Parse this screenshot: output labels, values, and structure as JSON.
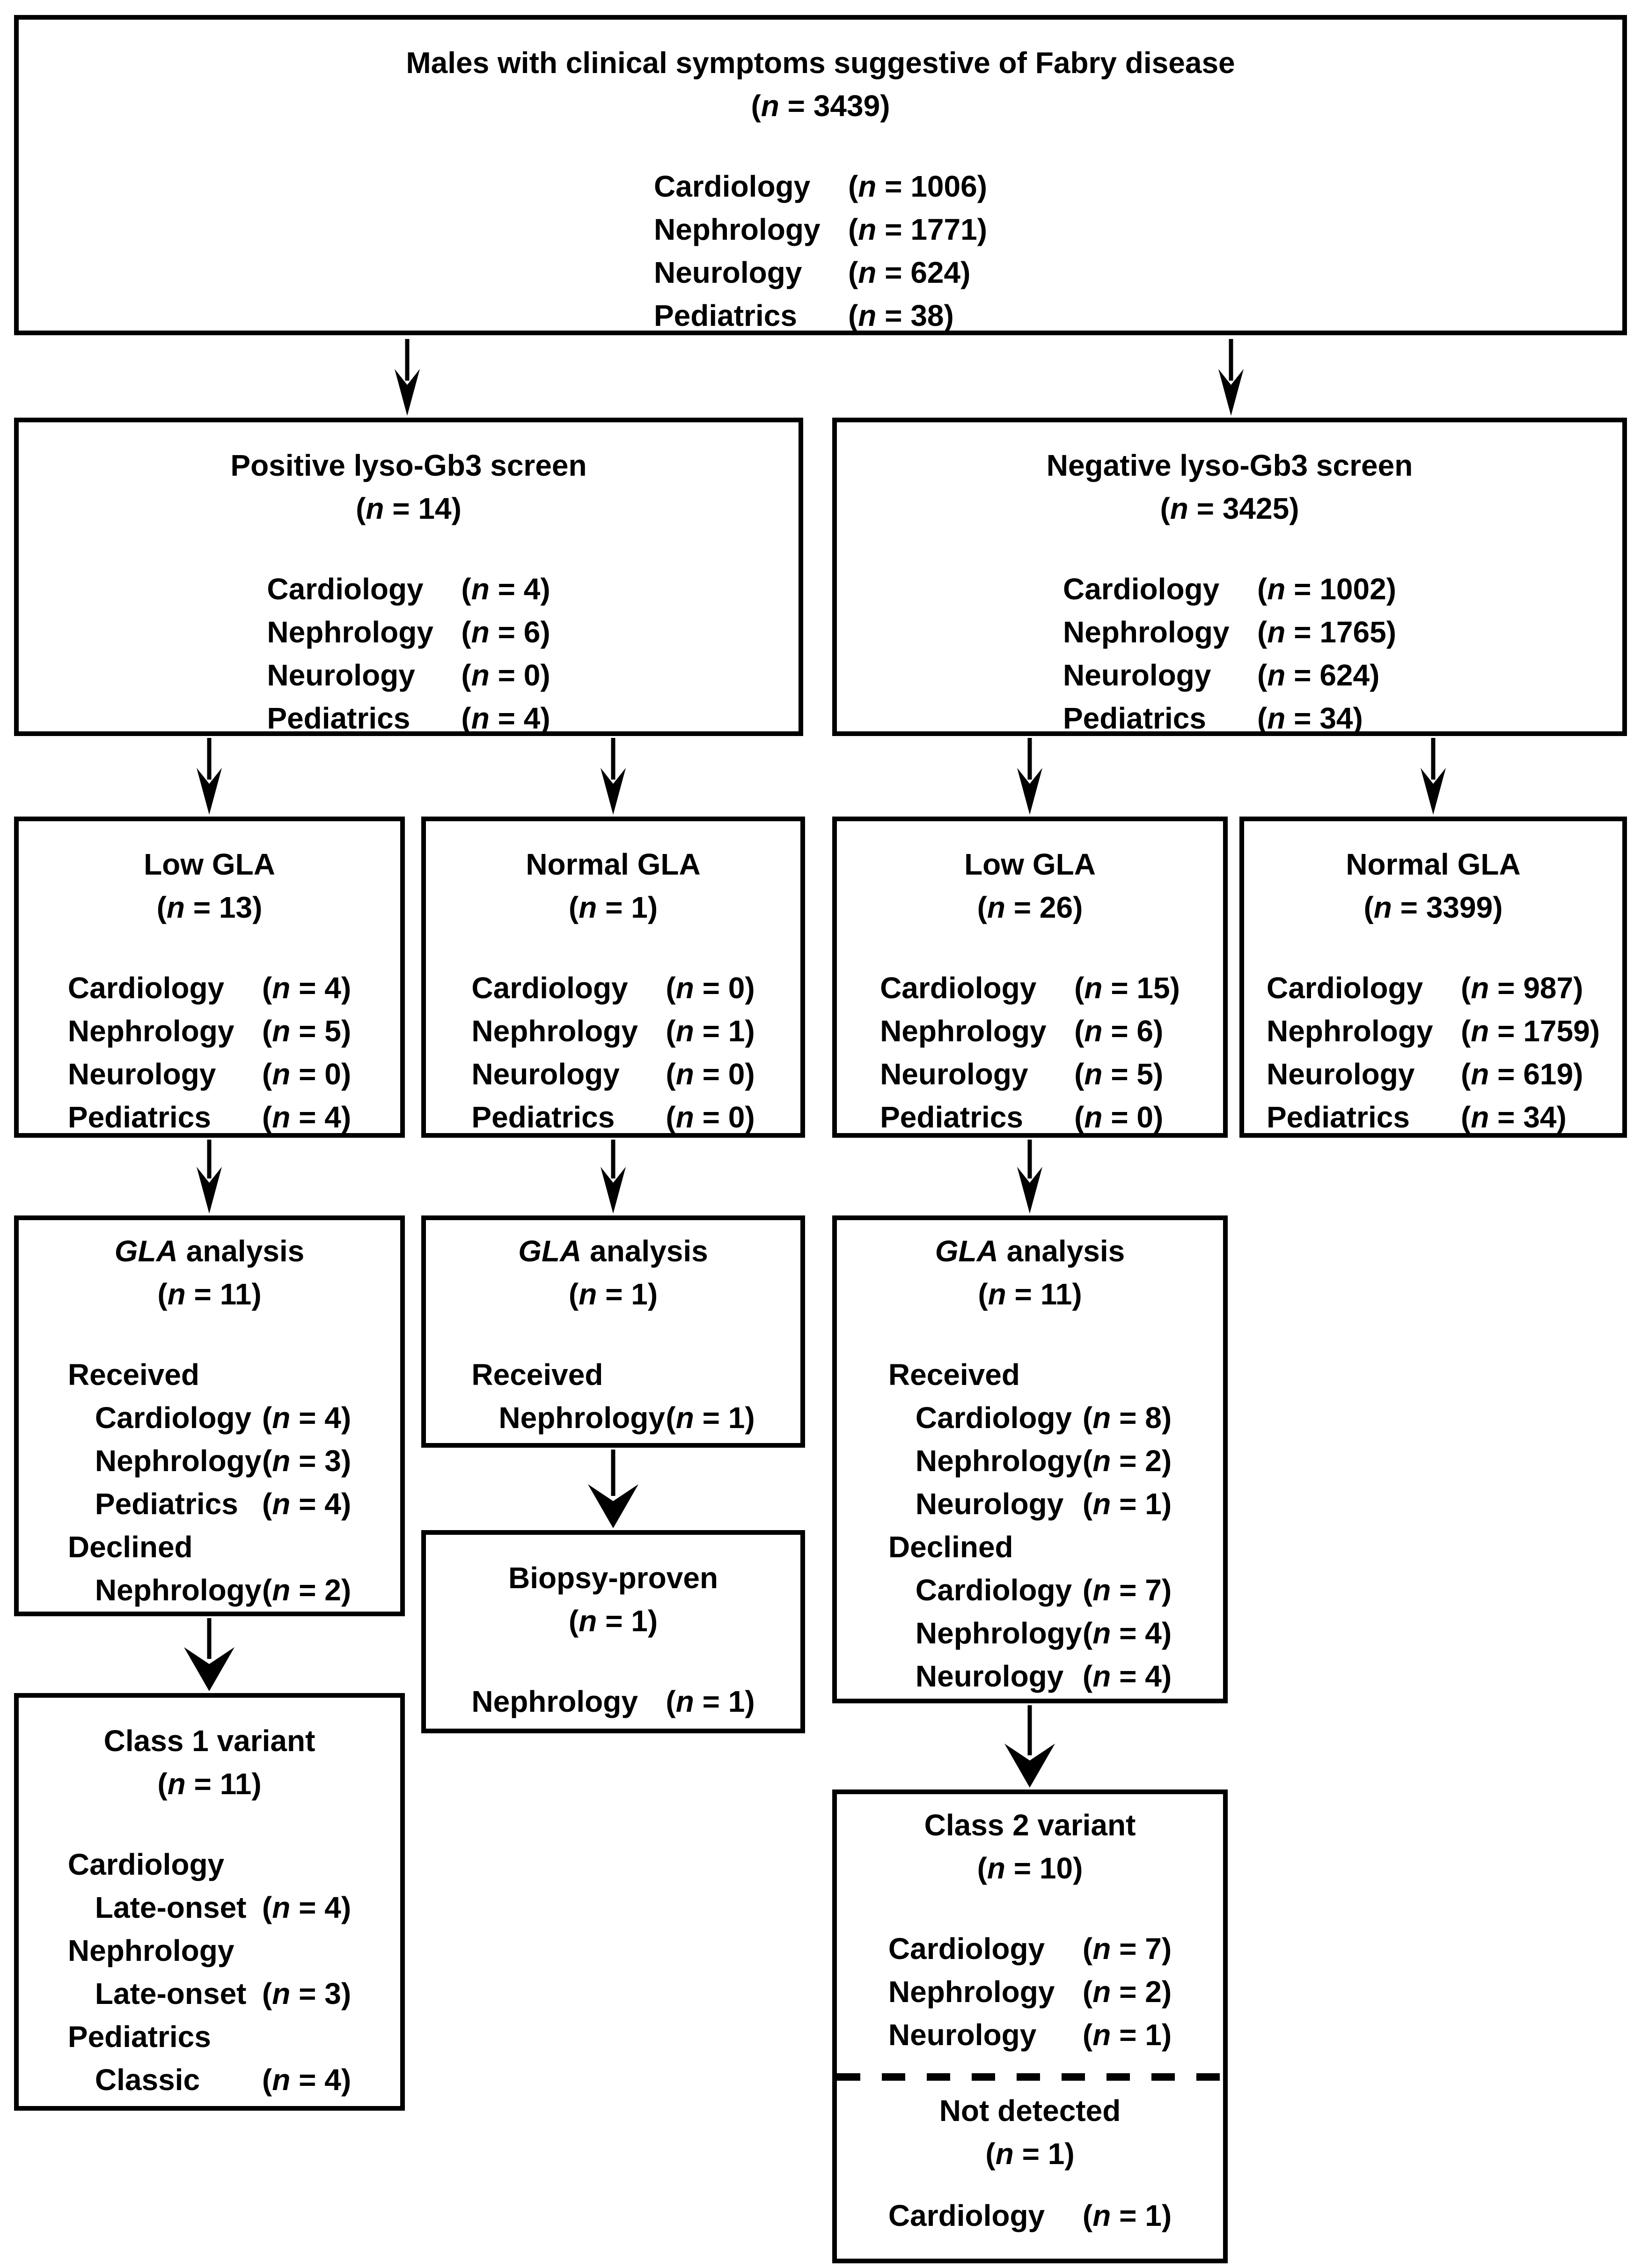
{
  "figure": {
    "background_color": "#ffffff",
    "line_color": "#000000",
    "n_symbol": "n"
  },
  "boxes": [
    {
      "id": "symptoms",
      "title": "Males with clinical symptoms suggestive of Fabry disease",
      "n": "3439",
      "rows": [
        {
          "label": "Cardiology",
          "n": "1006"
        },
        {
          "label": "Nephrology",
          "n": "1771"
        },
        {
          "label": "Neurology",
          "n": "624"
        },
        {
          "label": "Pediatrics",
          "n": "38"
        }
      ]
    },
    {
      "id": "positive",
      "title": "Positive lyso-Gb3 screen",
      "n": "14",
      "rows": [
        {
          "label": "Cardiology",
          "n": "4"
        },
        {
          "label": "Nephrology",
          "n": "6"
        },
        {
          "label": "Neurology",
          "n": "0"
        },
        {
          "label": "Pediatrics",
          "n": "4"
        }
      ]
    },
    {
      "id": "negative",
      "title": "Negative lyso-Gb3 screen",
      "n": "3425",
      "rows": [
        {
          "label": "Cardiology",
          "n": "1002"
        },
        {
          "label": "Nephrology",
          "n": "1765"
        },
        {
          "label": "Neurology",
          "n": "624"
        },
        {
          "label": "Pediatrics",
          "n": "34"
        }
      ]
    },
    {
      "id": "lowgla-pos",
      "title": "Low GLA",
      "n": "13",
      "rows": [
        {
          "label": "Cardiology",
          "n": "4"
        },
        {
          "label": "Nephrology",
          "n": "5"
        },
        {
          "label": "Neurology",
          "n": "0"
        },
        {
          "label": "Pediatrics",
          "n": "4"
        }
      ]
    },
    {
      "id": "normgla-pos",
      "title": "Normal GLA",
      "n": "1",
      "rows": [
        {
          "label": "Cardiology",
          "n": "0"
        },
        {
          "label": "Nephrology",
          "n": "1"
        },
        {
          "label": "Neurology",
          "n": "0"
        },
        {
          "label": "Pediatrics",
          "n": "0"
        }
      ]
    },
    {
      "id": "lowgla-neg",
      "title": "Low GLA",
      "n": "26",
      "rows": [
        {
          "label": "Cardiology",
          "n": "15"
        },
        {
          "label": "Nephrology",
          "n": "6"
        },
        {
          "label": "Neurology",
          "n": "5"
        },
        {
          "label": "Pediatrics",
          "n": "0"
        }
      ]
    },
    {
      "id": "normgla-neg",
      "title": "Normal GLA",
      "n": "3399",
      "rows": [
        {
          "label": "Cardiology",
          "n": "987"
        },
        {
          "label": "Nephrology",
          "n": "1759"
        },
        {
          "label": "Neurology",
          "n": "619"
        },
        {
          "label": "Pediatrics",
          "n": "34"
        }
      ]
    },
    {
      "id": "gla-left",
      "title": "GLA analysis",
      "italic_word": "GLA",
      "n": "11",
      "rows": [
        {
          "heading": "Received"
        },
        {
          "label": "Cardiology",
          "indent": 1,
          "n": "4"
        },
        {
          "label": "Nephrology",
          "indent": 1,
          "n": "3"
        },
        {
          "label": "Pediatrics",
          "indent": 1,
          "n": "4"
        },
        {
          "heading": "Declined"
        },
        {
          "label": "Nephrology",
          "indent": 1,
          "n": "2"
        }
      ]
    },
    {
      "id": "gla-mid",
      "title": "GLA analysis",
      "italic_word": "GLA",
      "n": "1",
      "rows": [
        {
          "heading": "Received"
        },
        {
          "label": "Nephrology",
          "indent": 1,
          "n": "1"
        }
      ]
    },
    {
      "id": "gla-right",
      "title": "GLA analysis",
      "italic_word": "GLA",
      "n": "11",
      "rows": [
        {
          "heading": "Received"
        },
        {
          "label": "Cardiology",
          "indent": 1,
          "n": "8"
        },
        {
          "label": "Nephrology",
          "indent": 1,
          "n": "2"
        },
        {
          "label": "Neurology",
          "indent": 1,
          "n": "1"
        },
        {
          "heading": "Declined"
        },
        {
          "label": "Cardiology",
          "indent": 1,
          "n": "7"
        },
        {
          "label": "Nephrology",
          "indent": 1,
          "n": "4"
        },
        {
          "label": "Neurology",
          "indent": 1,
          "n": "4"
        }
      ]
    },
    {
      "id": "class1",
      "title": "Class 1 variant",
      "n": "11",
      "rows": [
        {
          "heading": "Cardiology"
        },
        {
          "label": "Late-onset",
          "indent": 1,
          "n": "4"
        },
        {
          "heading": "Nephrology"
        },
        {
          "label": "Late-onset",
          "indent": 1,
          "n": "3"
        },
        {
          "heading": "Pediatrics"
        },
        {
          "label": "Classic",
          "indent": 1,
          "n": "4"
        }
      ]
    },
    {
      "id": "biopsy",
      "title": "Biopsy-proven",
      "n": "1",
      "rows": [
        {
          "label": "Nephrology",
          "n": "1"
        }
      ]
    },
    {
      "id": "class2",
      "title": "Class 2 variant",
      "n": "10",
      "rows": [
        {
          "label": "Cardiology",
          "n": "7"
        },
        {
          "label": "Nephrology",
          "n": "2"
        },
        {
          "label": "Neurology",
          "n": "1"
        }
      ],
      "divider": true,
      "sub": {
        "title": "Not detected",
        "n": "1",
        "rows": [
          {
            "label": "Cardiology",
            "n": "1"
          }
        ]
      }
    }
  ]
}
